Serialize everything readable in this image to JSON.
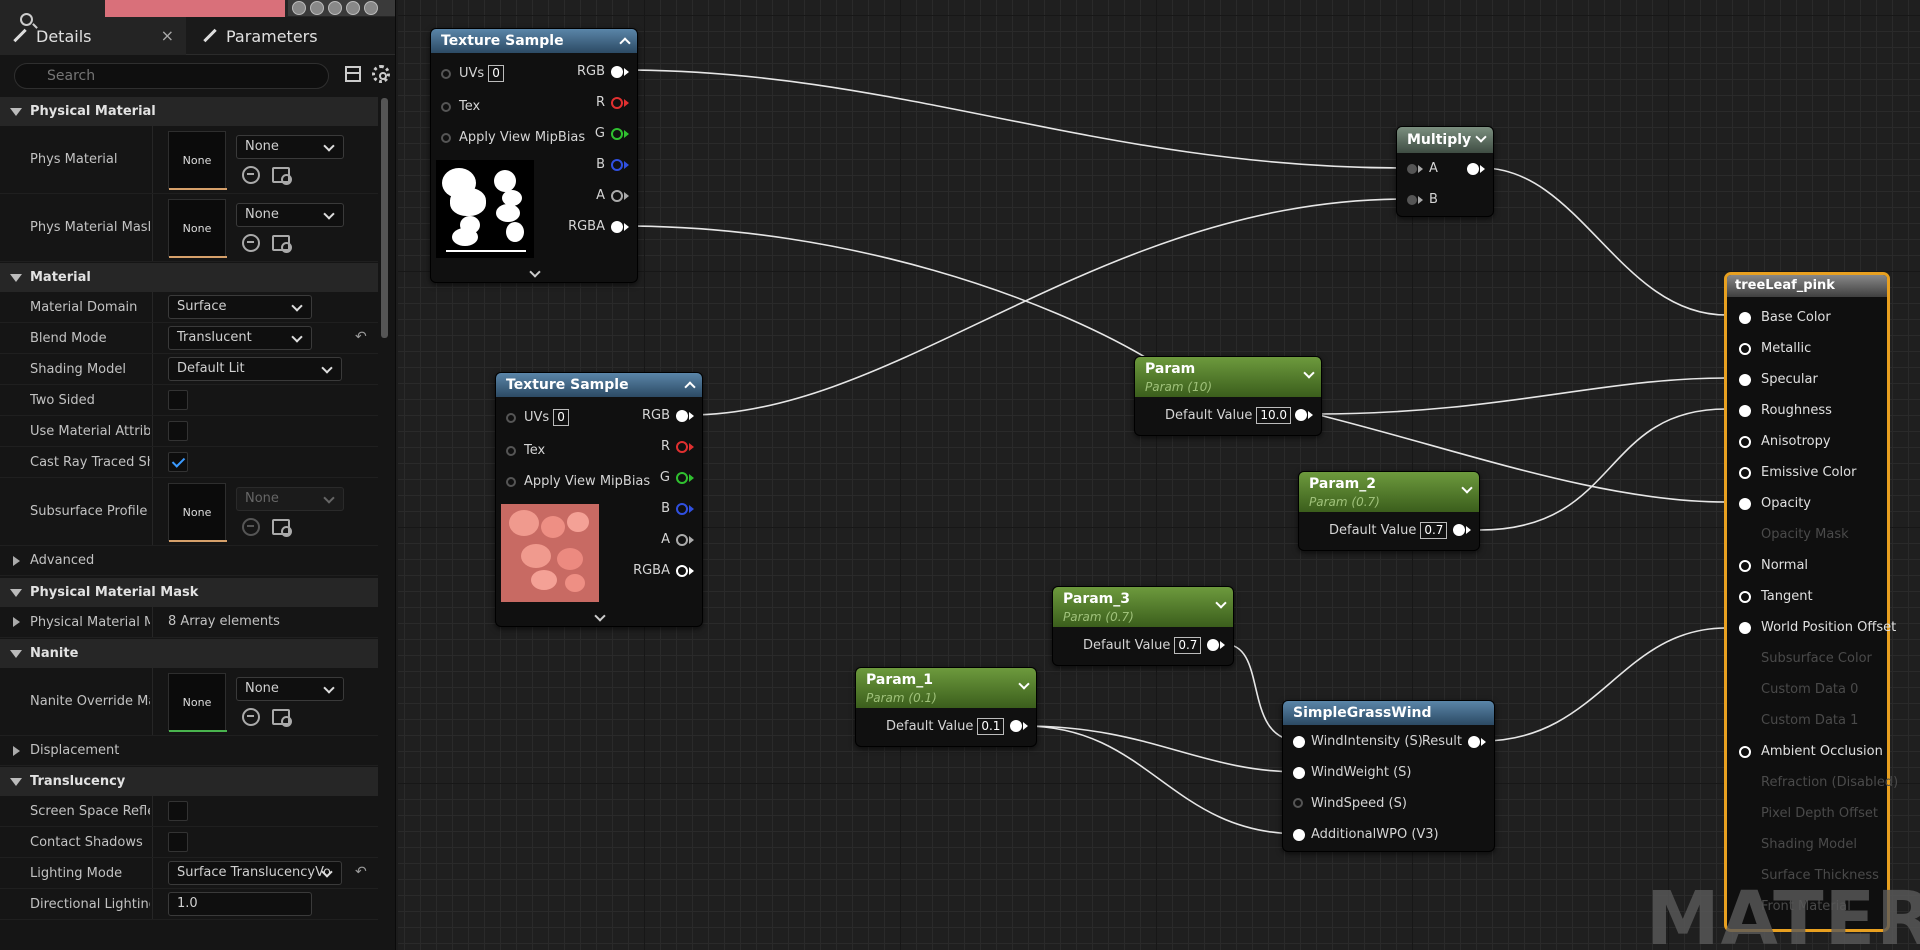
{
  "tabs": {
    "details": "Details",
    "parameters": "Parameters",
    "close": "×"
  },
  "search": {
    "placeholder": "Search"
  },
  "sections": {
    "physical_material": "Physical Material",
    "material": "Material",
    "physical_material_mask": "Physical Material Mask",
    "nanite": "Nanite",
    "translucency": "Translucency"
  },
  "props": {
    "phys_material": {
      "label": "Phys Material",
      "thumb": "None",
      "value": "None"
    },
    "phys_material_mask": {
      "label": "Phys Material Mask",
      "thumb": "None",
      "value": "None"
    },
    "material_domain": {
      "label": "Material Domain",
      "value": "Surface"
    },
    "blend_mode": {
      "label": "Blend Mode",
      "value": "Translucent"
    },
    "shading_model": {
      "label": "Shading Model",
      "value": "Default Lit"
    },
    "two_sided": {
      "label": "Two Sided",
      "checked": false
    },
    "use_material_attrib": {
      "label": "Use Material Attribu...",
      "checked": false
    },
    "cast_ray_traced": {
      "label": "Cast Ray Traced Sh...",
      "checked": true
    },
    "subsurface_profile": {
      "label": "Subsurface Profile",
      "thumb": "None",
      "value": "None"
    },
    "advanced": {
      "label": "Advanced"
    },
    "physical_material_m": {
      "label": "Physical Material M...",
      "value": "8 Array elements"
    },
    "nanite_override": {
      "label": "Nanite Override Mat...",
      "thumb": "None",
      "value": "None"
    },
    "displacement": {
      "label": "Displacement"
    },
    "ss_reflections": {
      "label": "Screen Space Reflec...",
      "checked": false
    },
    "contact_shadows": {
      "label": "Contact Shadows",
      "checked": false
    },
    "lighting_mode": {
      "label": "Lighting Mode",
      "value": "Surface TranslucencyVo"
    },
    "directional_lighting": {
      "label": "Directional Lighting...",
      "value": "1.0"
    }
  },
  "nodes": {
    "tex1": {
      "title": "Texture Sample",
      "uvs": "UVs",
      "uvs_val": "0",
      "tex": "Tex",
      "mip": "Apply View MipBias",
      "out": [
        "RGB",
        "R",
        "G",
        "B",
        "A",
        "RGBA"
      ]
    },
    "tex2": {
      "title": "Texture Sample",
      "uvs": "UVs",
      "uvs_val": "0",
      "tex": "Tex",
      "mip": "Apply View MipBias",
      "out": [
        "RGB",
        "R",
        "G",
        "B",
        "A",
        "RGBA"
      ]
    },
    "multiply": {
      "title": "Multiply",
      "a": "A",
      "b": "B"
    },
    "param": {
      "title": "Param",
      "sub": "Param (10)",
      "label": "Default Value",
      "value": "10.0"
    },
    "param2": {
      "title": "Param_2",
      "sub": "Param (0.7)",
      "label": "Default Value",
      "value": "0.7"
    },
    "param3": {
      "title": "Param_3",
      "sub": "Param (0.7)",
      "label": "Default Value",
      "value": "0.7"
    },
    "param1": {
      "title": "Param_1",
      "sub": "Param (0.1)",
      "label": "Default Value",
      "value": "0.1"
    },
    "wind": {
      "title": "SimpleGrassWind",
      "pins": [
        "WindIntensity (S)",
        "WindWeight (S)",
        "WindSpeed (S)",
        "AdditionalWPO (V3)"
      ],
      "result": "Result"
    },
    "output": {
      "title": "treeLeaf_pink",
      "pins": [
        "Base Color",
        "Metallic",
        "Specular",
        "Roughness",
        "Anisotropy",
        "Emissive Color",
        "Opacity",
        "Opacity Mask",
        "Normal",
        "Tangent",
        "World Position Offset",
        "Subsurface Color",
        "Custom Data 0",
        "Custom Data 1",
        "Ambient Occlusion",
        "Refraction (Disabled)",
        "Pixel Depth Offset",
        "Shading Model",
        "Surface Thickness",
        "Front Material"
      ]
    }
  },
  "watermark": "MATERIAL",
  "colors": {
    "accent_output": "#e8a020",
    "param_header": "#6d9a3d",
    "texture_header": "#5a85a8",
    "checkbox": "#3b9bff"
  }
}
